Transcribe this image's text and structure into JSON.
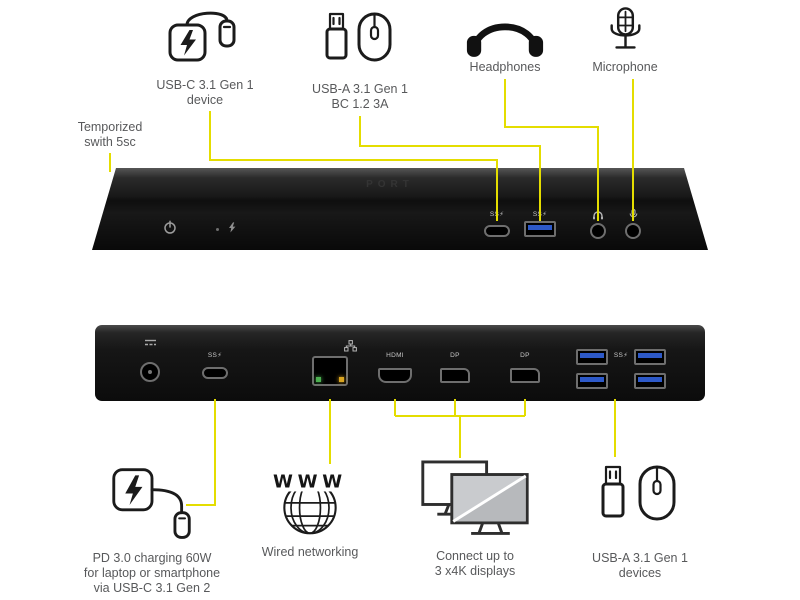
{
  "colors": {
    "callout": "#e4dd00",
    "text": "#58595b",
    "usb_blue": "#2d59c8",
    "ethernet_green": "#4caf50",
    "ethernet_amber": "#d9a420"
  },
  "labels": {
    "temporized": [
      "Temporized",
      "swith 5sc"
    ],
    "usb_c_device": [
      "USB-C 3.1 Gen 1",
      "device"
    ],
    "usb_a_host": [
      "USB-A 3.1 Gen 1",
      "BC 1.2 3A"
    ],
    "headphones": [
      "Headphones"
    ],
    "microphone": [
      "Microphone"
    ],
    "pd_charging": [
      "PD 3.0 charging 60W",
      "for laptop or smartphone",
      "via USB-C 3.1 Gen 2"
    ],
    "wired_networking": [
      "Wired networking"
    ],
    "displays": [
      "Connect up to",
      "3 x4K displays"
    ],
    "usb_a_devices": [
      "USB-A 3.1 Gen 1",
      "devices"
    ],
    "www": "WWW"
  },
  "dock": {
    "brand": "PORT",
    "front_ports": {
      "usb_c_mark": "SS⚡",
      "usb_a_mark": "SS⚡"
    },
    "back_ports": {
      "usb_c_mark": "SS⚡",
      "usb_a_mark": "SS⚡",
      "hdmi": "HDMI",
      "dp_left": "DP",
      "dp_right": "DP"
    }
  }
}
